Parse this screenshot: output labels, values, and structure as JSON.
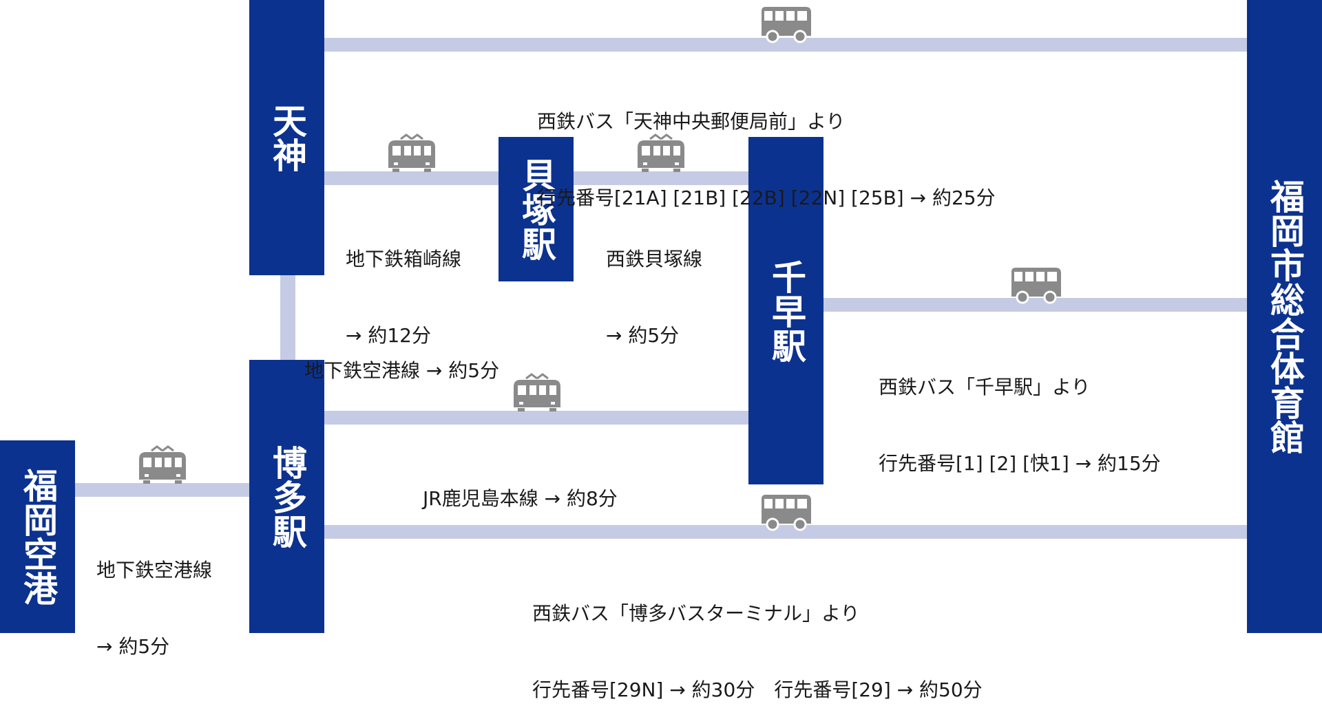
{
  "colors": {
    "station": "#0c3290",
    "route": "#c5cbe4",
    "icon": "#8a8a8a",
    "text": "#1a1a1a"
  },
  "stations": {
    "tenjin": "天神",
    "kaizuka": "貝塚駅",
    "chihaya": "千早駅",
    "hakata": "博多駅",
    "airport": "福岡空港",
    "gym": "福岡市総合体育館"
  },
  "routes": {
    "bus_tenjin": {
      "line1": "西鉄バス「天神中央郵便局前」より",
      "line2": "行先番号[21A] [21B] [22B] [22N] [25B] → 約25分",
      "icon": "bus-icon"
    },
    "hakozaki": {
      "line1": "地下鉄箱崎線",
      "line2": "→ 約12分",
      "icon": "train-icon"
    },
    "kaizuka_line": {
      "line1": "西鉄貝塚線",
      "line2": "→ 約5分",
      "icon": "train-icon"
    },
    "airport_line_mid": {
      "line1": "地下鉄空港線 → 約5分"
    },
    "bus_chihaya": {
      "line1": "西鉄バス「千早駅」より",
      "line2": "行先番号[1] [2] [快1] → 約15分",
      "icon": "bus-icon"
    },
    "jr_kagoshima": {
      "line1": "JR鹿児島本線 → 約8分",
      "icon": "train-icon"
    },
    "airport_line": {
      "line1": "地下鉄空港線",
      "line2": "→ 約5分",
      "icon": "train-icon"
    },
    "bus_hakata": {
      "line1": "西鉄バス「博多バスターミナル」より",
      "line2": "行先番号[29N] → 約30分　行先番号[29] → 約50分",
      "icon": "bus-icon"
    }
  }
}
